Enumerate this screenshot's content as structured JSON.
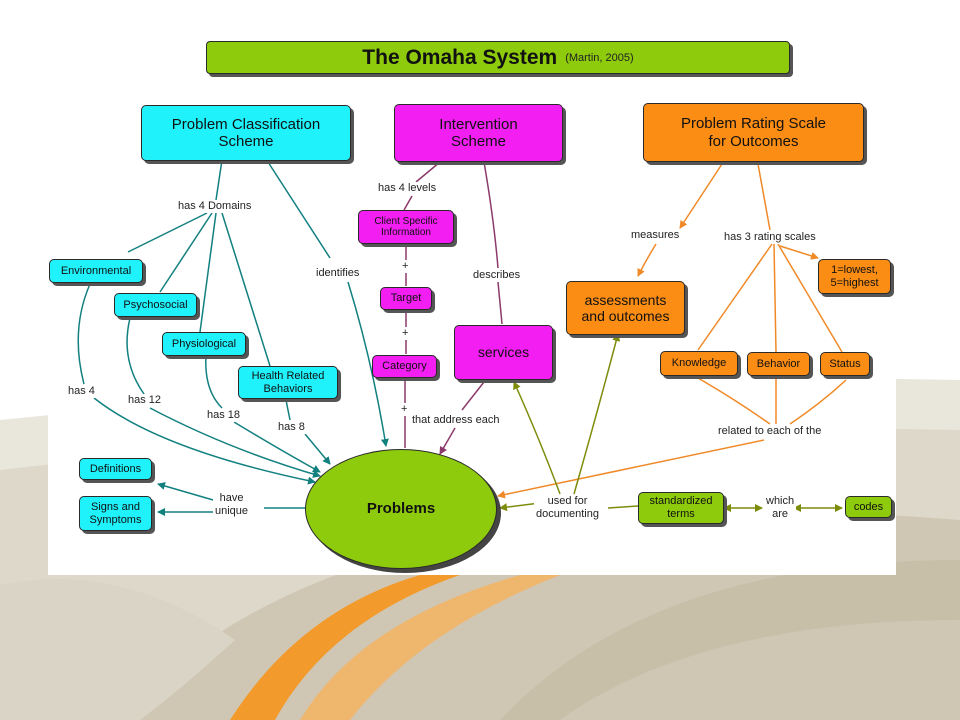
{
  "title": {
    "main": "The Omaha System",
    "citation": "(Martin, 2005)"
  },
  "colors": {
    "cyan": "#1ff2fb",
    "magenta": "#f21ef2",
    "orange": "#fb8c14",
    "green": "#8ecb0d",
    "teal_link": "#138080",
    "purple_link": "#8b3a6b",
    "olive_link": "#7d8c0a",
    "orange_link": "#f08a28"
  },
  "nodes": {
    "problem_classification": "Problem Classification\nScheme",
    "intervention": "Intervention\nScheme",
    "rating_scale": "Problem Rating Scale\nfor Outcomes",
    "environmental": "Environmental",
    "psychosocial": "Psychosocial",
    "physiological": "Physiological",
    "health_related": "Health Related\nBehaviors",
    "client_specific": "Client Specific\nInformation",
    "target": "Target",
    "category": "Category",
    "services": "services",
    "assessments": "assessments\nand outcomes",
    "lowest_highest": "1=lowest,\n5=highest",
    "knowledge": "Knowledge",
    "behavior": "Behavior",
    "status": "Status",
    "definitions": "Definitions",
    "signs_symptoms": "Signs and\nSymptoms",
    "problems": "Problems",
    "standardized_terms": "standardized\nterms",
    "codes": "codes"
  },
  "links": {
    "has_4_domains": "has 4 Domains",
    "identifies": "identifies",
    "has_4_levels": "has 4 levels",
    "describes": "describes",
    "measures": "measures",
    "has_3_rating_scales": "has 3 rating scales",
    "has_4": "has 4",
    "has_12": "has 12",
    "has_18": "has 18",
    "has_8": "has 8",
    "plus_1": "+",
    "plus_2": "+",
    "plus_3": "+",
    "that_address_each": "that address each",
    "related_to_each": "related to each of the",
    "have_unique": "have\nunique",
    "used_for_documenting": "used for\ndocumenting",
    "which_are": "which\nare"
  }
}
